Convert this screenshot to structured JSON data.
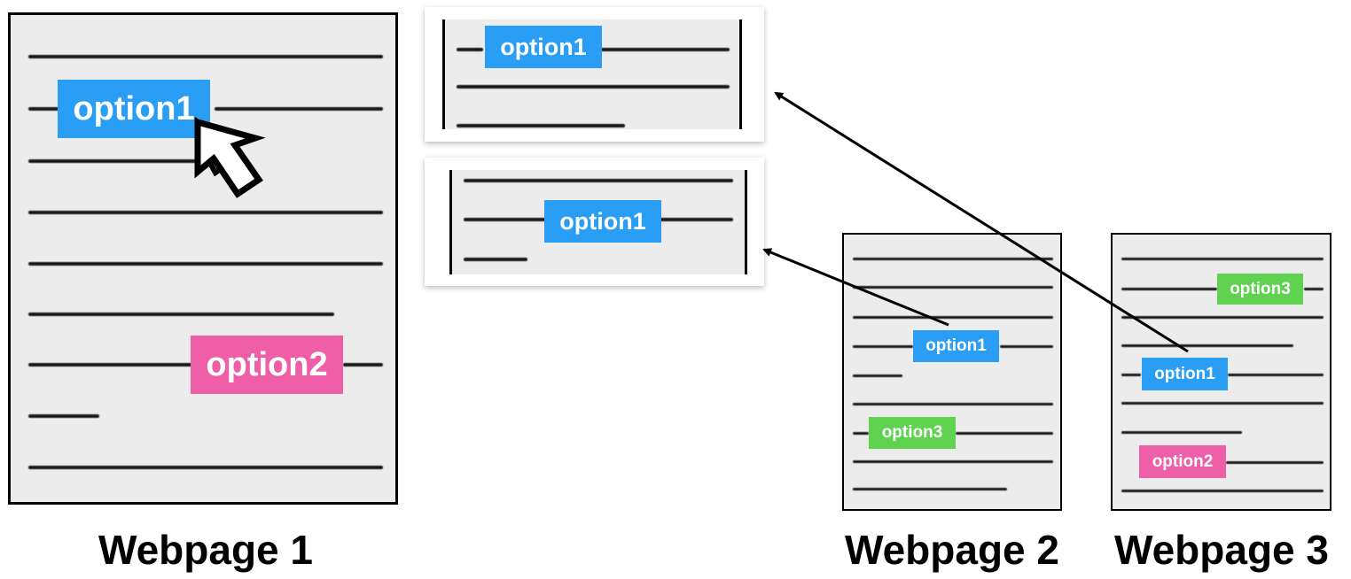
{
  "pages": [
    {
      "caption": "Webpage 1"
    },
    {
      "caption": "Webpage 2"
    },
    {
      "caption": "Webpage 3"
    }
  ],
  "options": {
    "option1": {
      "label": "option1",
      "color": "#2a9df4"
    },
    "option2": {
      "label": "option2",
      "color": "#ee5fa7"
    },
    "option3": {
      "label": "option3",
      "color": "#5fd24f"
    }
  },
  "icons": {
    "cursor": "mouse-pointer-icon",
    "arrow": "arrow-icon"
  }
}
